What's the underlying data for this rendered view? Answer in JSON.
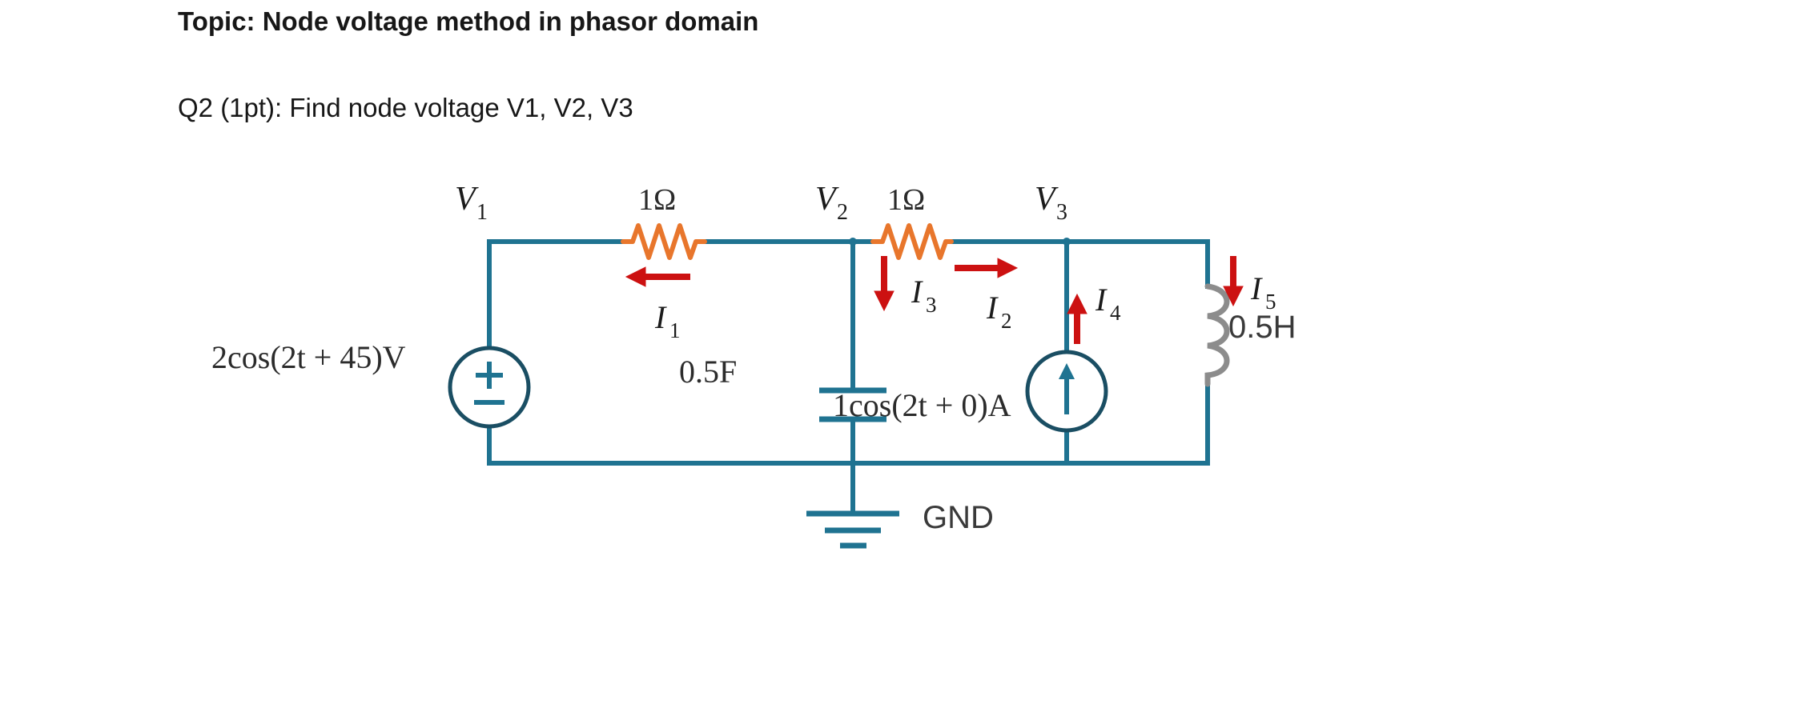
{
  "header": {
    "topic": "Topic: Node voltage method in phasor domain",
    "question": "Q2 (1pt): Find node voltage V1, V2, V3"
  },
  "circuit": {
    "title": "Phasor-domain node voltage circuit",
    "colors": {
      "wire": "#1F7391",
      "resistor": "#E8762C",
      "arrow": "#CC1111",
      "inductor": "#8C8C8C",
      "text": "#1B1B1B"
    },
    "nodes": [
      {
        "id": "v1",
        "label": "V",
        "sub": "1"
      },
      {
        "id": "v2",
        "label": "V",
        "sub": "2"
      },
      {
        "id": "v3",
        "label": "V",
        "sub": "3"
      }
    ],
    "components": [
      {
        "id": "vsource",
        "type": "voltage-source",
        "label": "2cos(2t + 45)V",
        "symbol": "plus-minus"
      },
      {
        "id": "r1",
        "type": "resistor",
        "label": "1Ω"
      },
      {
        "id": "r2",
        "type": "resistor",
        "label": "1Ω"
      },
      {
        "id": "c1",
        "type": "capacitor",
        "label": "0.5F"
      },
      {
        "id": "isource",
        "type": "current-source",
        "label": "1cos(2t + 0)A",
        "symbol": "up-arrow"
      },
      {
        "id": "l1",
        "type": "inductor",
        "label": "0.5H"
      },
      {
        "id": "gnd",
        "type": "ground",
        "label": "GND"
      }
    ],
    "currents": [
      {
        "id": "i1",
        "label": "I",
        "sub": "1",
        "direction": "left"
      },
      {
        "id": "i2",
        "label": "I",
        "sub": "2",
        "direction": "right"
      },
      {
        "id": "i3",
        "label": "I",
        "sub": "3",
        "direction": "down"
      },
      {
        "id": "i4",
        "label": "I",
        "sub": "4",
        "direction": "up"
      },
      {
        "id": "i5",
        "label": "I",
        "sub": "5",
        "direction": "down"
      }
    ]
  }
}
